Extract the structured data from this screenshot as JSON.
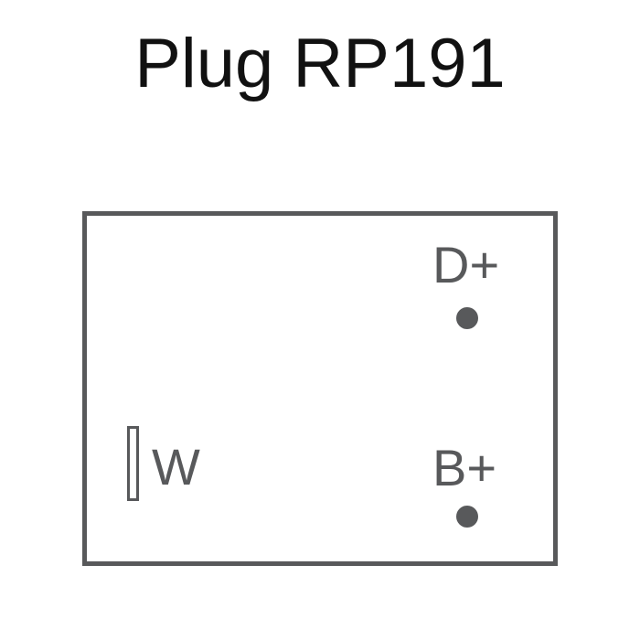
{
  "title": "Plug RP191",
  "pins": {
    "d_plus": {
      "label": "D+"
    },
    "b_plus": {
      "label": "B+"
    },
    "w": {
      "label": "W"
    }
  },
  "colors": {
    "title": "#111111",
    "diagram": "#58595b",
    "background": "#ffffff"
  }
}
